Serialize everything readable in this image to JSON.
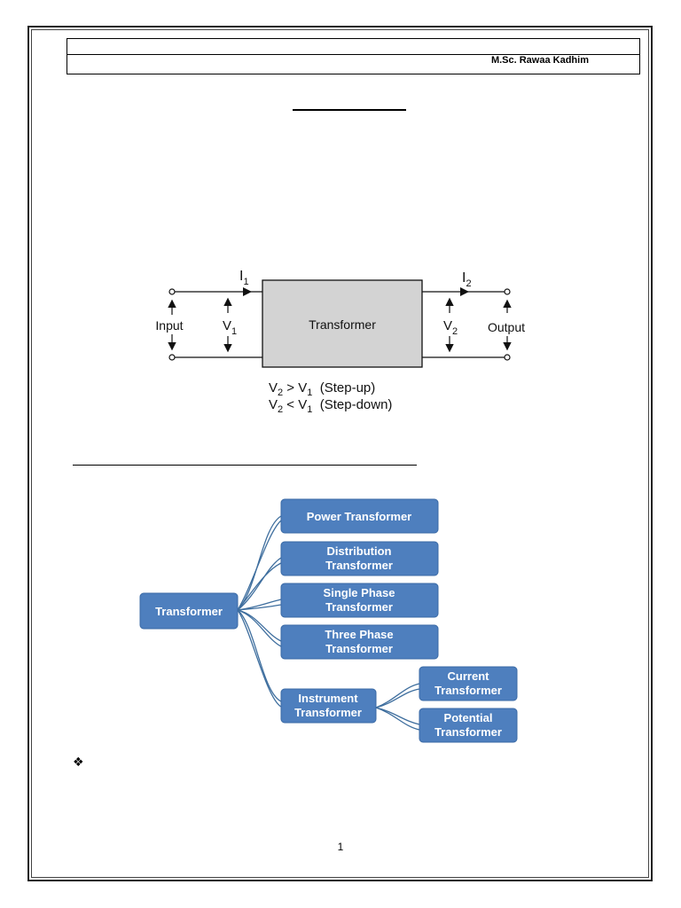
{
  "header": {
    "author": "M.Sc. Rawaa Kadhim"
  },
  "circuit_diagram": {
    "box_label": "Transformer",
    "input_label": "Input",
    "output_label": "Output",
    "current_in": {
      "symbol": "I",
      "sub": "1"
    },
    "current_out": {
      "symbol": "I",
      "sub": "2"
    },
    "voltage_in": {
      "symbol": "V",
      "sub": "1"
    },
    "voltage_out": {
      "symbol": "V",
      "sub": "2"
    },
    "condition_up": {
      "a": "V",
      "a_sub": "2",
      "op": " > ",
      "b": "V",
      "b_sub": "1",
      "note": "  (Step-up)"
    },
    "condition_down": {
      "a": "V",
      "a_sub": "2",
      "op": " < ",
      "b": "V",
      "b_sub": "1",
      "note": "  (Step-down)"
    }
  },
  "classification_tree": {
    "root": "Transformer",
    "branches": [
      {
        "lines": [
          "Power Transformer"
        ]
      },
      {
        "lines": [
          "Distribution",
          "Transformer"
        ]
      },
      {
        "lines": [
          "Single Phase",
          "Transformer"
        ]
      },
      {
        "lines": [
          "Three Phase",
          "Transformer"
        ]
      },
      {
        "lines": [
          "Instrument",
          "Transformer"
        ]
      }
    ],
    "sub_branches": [
      {
        "lines": [
          "Current",
          "Transformer"
        ]
      },
      {
        "lines": [
          "Potential",
          "Transformer"
        ]
      }
    ]
  },
  "bullet_symbol": "❖",
  "page_number": "1",
  "colors": {
    "node_fill": "#4e7fbe",
    "box_fill": "#d3d3d3"
  }
}
